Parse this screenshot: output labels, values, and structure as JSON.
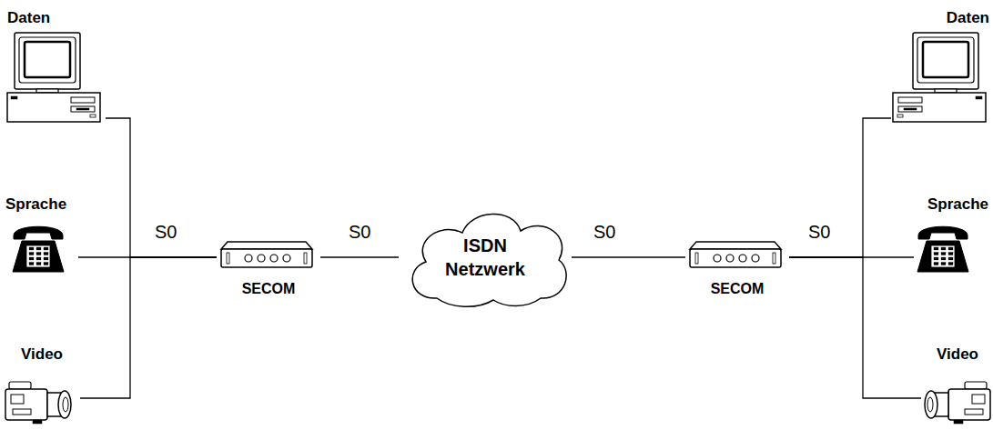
{
  "diagram": {
    "nodes": [
      {
        "text": [
          "Daten"
        ]
      },
      {
        "text": [
          "Sprache"
        ]
      },
      {
        "text": [
          "Video"
        ]
      },
      {
        "text": [
          "SECOM"
        ]
      },
      {
        "text": [
          "ISDN Netzwerk"
        ]
      },
      {
        "text": [
          "SECOM"
        ]
      },
      {
        "text": [
          "Daten"
        ]
      },
      {
        "text": [
          "Sprache"
        ]
      },
      {
        "text": [
          "Video"
        ]
      }
    ],
    "edges": [
      {
        "from": 0,
        "to": 3,
        "arrow": "none"
      },
      {
        "from": 1,
        "to": 3,
        "arrow": "none"
      },
      {
        "from": 2,
        "to": 3,
        "arrow": "none"
      },
      {
        "from": 3,
        "to": 4,
        "arrow": "none"
      },
      {
        "from": 4,
        "to": 5,
        "arrow": "none"
      },
      {
        "from": 5,
        "to": 6,
        "arrow": "none"
      },
      {
        "from": 5,
        "to": 7,
        "arrow": "none"
      },
      {
        "from": 5,
        "to": 8,
        "arrow": "none"
      }
    ],
    "labels": [
      "S0",
      "S0",
      "S0",
      "S0"
    ]
  }
}
